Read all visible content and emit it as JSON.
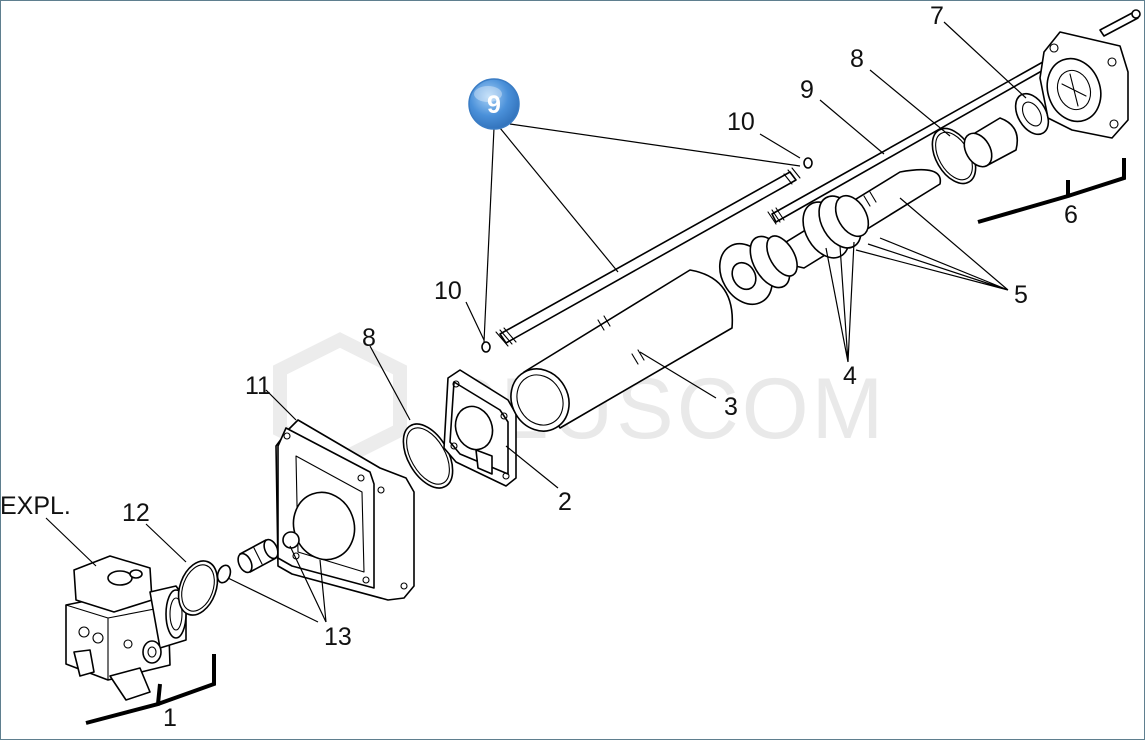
{
  "watermark": "PLUSCOM",
  "highlight": {
    "label": "9",
    "color": "#4a90d9"
  },
  "labels": {
    "expl": "EXPL.",
    "l1": "1",
    "l2": "2",
    "l3": "3",
    "l4": "4",
    "l5": "5",
    "l6": "6",
    "l7": "7",
    "l8a": "8",
    "l8b": "8",
    "l9": "9",
    "l10a": "10",
    "l10b": "10",
    "l11": "11",
    "l12": "12",
    "l13": "13"
  }
}
